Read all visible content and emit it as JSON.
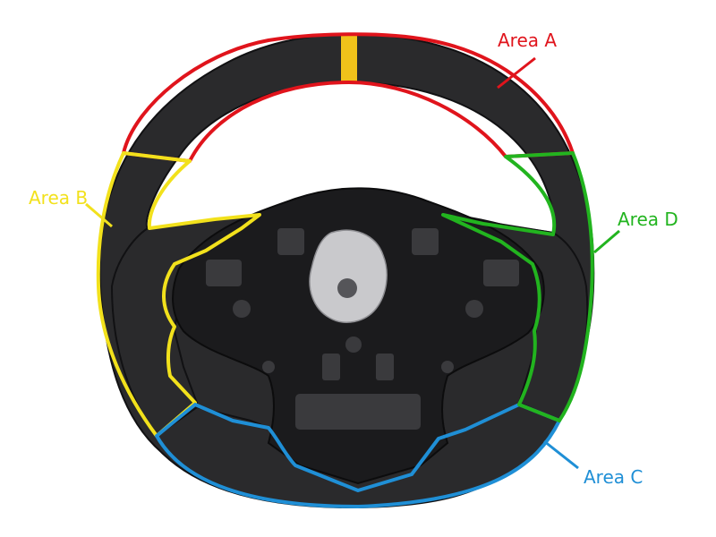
{
  "areas": [
    {
      "id": "A",
      "label": "Area A",
      "color": "#e0141c"
    },
    {
      "id": "B",
      "label": "Area B",
      "color": "#f2e11c"
    },
    {
      "id": "C",
      "label": "Area C",
      "color": "#1f8fd6"
    },
    {
      "id": "D",
      "label": "Area D",
      "color": "#22b41f"
    }
  ],
  "colors": {
    "leather": "#2a2a2c",
    "leather_edge": "#111113",
    "hub": "#1b1b1d",
    "hub_detail": "#3a3a3d",
    "center_plate": "#c9c9cc",
    "stripe": "#f0c21a"
  }
}
